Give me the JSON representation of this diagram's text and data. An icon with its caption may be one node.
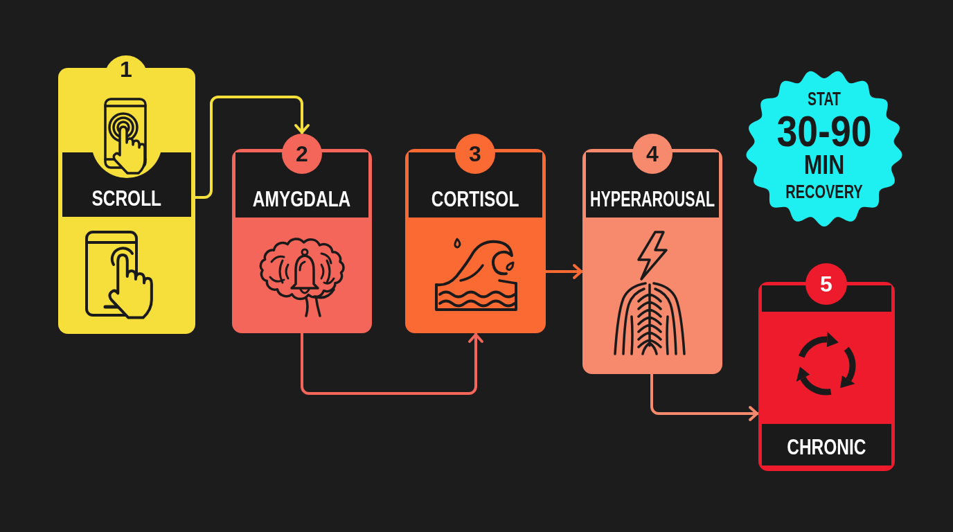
{
  "diagram": {
    "nodes": [
      {
        "text": [
          "1",
          "SCROLL"
        ]
      },
      {
        "text": [
          "2",
          "AMYGDALA"
        ]
      },
      {
        "text": [
          "3",
          "CORTISOL"
        ]
      },
      {
        "text": [
          "4",
          "HYPERAROUSAL"
        ]
      },
      {
        "text": [
          "STAT",
          "30-90",
          "MIN",
          "RECOVERY"
        ]
      },
      {
        "text": [
          "5",
          "CHRONIC"
        ]
      }
    ],
    "edges": [
      {
        "from": 0,
        "to": 1,
        "arrow": "to",
        "color": "#f6df3a"
      },
      {
        "from": 1,
        "to": 2,
        "arrow": "to",
        "color": "#f4655a"
      },
      {
        "from": 2,
        "to": 3,
        "arrow": "to",
        "color": "#fa6a32"
      },
      {
        "from": 3,
        "to": 5,
        "arrow": "to",
        "color": "#f7896c"
      }
    ]
  }
}
